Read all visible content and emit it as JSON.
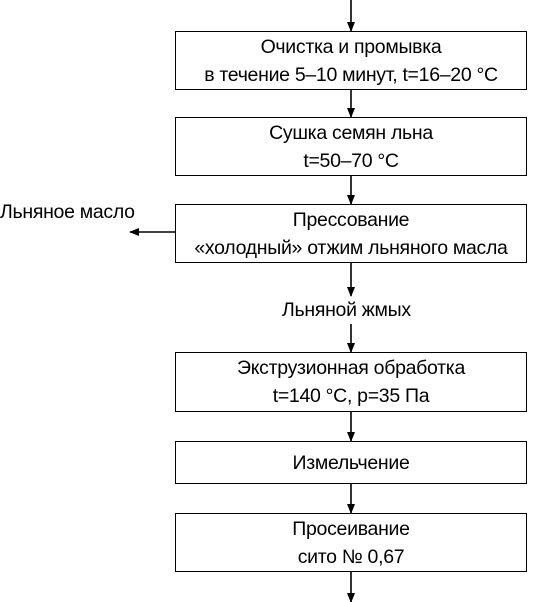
{
  "steps": [
    {
      "line1": "Очистка и промывка",
      "line2": "в течение 5–10 минут, t=16–20 °С"
    },
    {
      "line1": "Сушка семян льна",
      "line2": "t=50–70 °С"
    },
    {
      "line1": "Прессование",
      "line2": "«холодный» отжим льняного масла"
    },
    {
      "line1": "Экструзионная обработка",
      "line2": "t=140 °С, p=35 Па"
    },
    {
      "line1": "Измельчение"
    },
    {
      "line1": "Просеивание",
      "line2": "сито № 0,67"
    }
  ],
  "side_outputs": {
    "oil_label": "Льняное масло",
    "cake_label": "Льняной жмых"
  }
}
